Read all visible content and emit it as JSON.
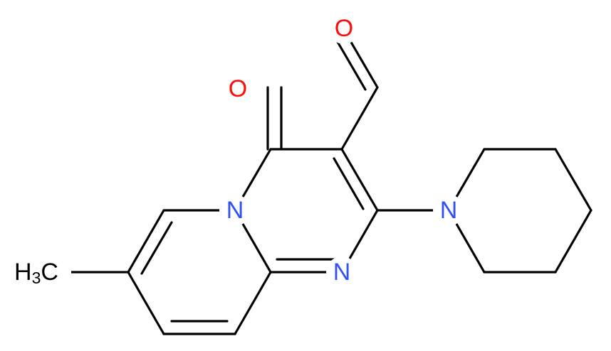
{
  "colors": {
    "background": "#ffffff",
    "bond": "#000000",
    "nitrogen": "#3050f8",
    "oxygen": "#ff0d0d",
    "carbon_label": "#000000"
  },
  "atom_labels": {
    "ketone_oxygen": "O",
    "aldehyde_oxygen": "O",
    "bridgehead_nitrogen": "N",
    "ring_nitrogen": "N",
    "piperidine_nitrogen": "N",
    "methyl_h": "H",
    "methyl_subscript": "3",
    "methyl_c": "C"
  }
}
